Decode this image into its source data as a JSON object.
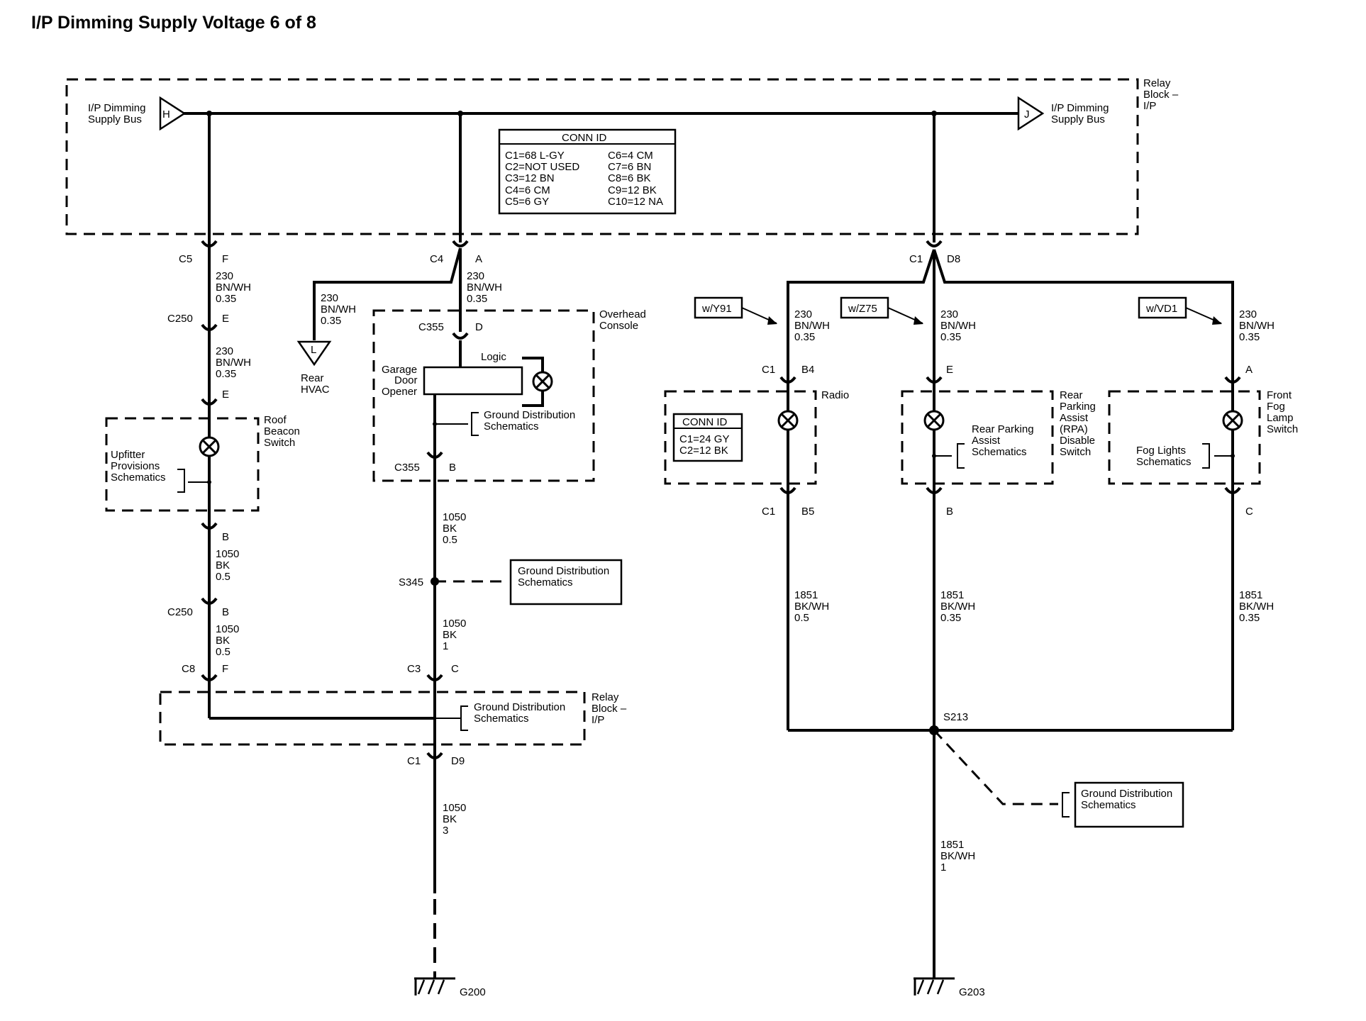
{
  "title": "I/P Dimming Supply Voltage 6 of 8",
  "relay_block_top": {
    "label": [
      "Relay",
      "Block –",
      "I/P"
    ],
    "bus_left": {
      "pin": "H",
      "label": [
        "I/P Dimming",
        "Supply Bus"
      ]
    },
    "bus_right": {
      "pin": "J",
      "label": [
        "I/P Dimming",
        "Supply Bus"
      ]
    },
    "conn_id": {
      "heading": "CONN ID",
      "left": [
        "C1=68 L-GY",
        "C2=NOT USED",
        "C3=12 BN",
        "C4=6 CM",
        "C5=6 GY"
      ],
      "right": [
        "C6=4 CM",
        "C7=6 BN",
        "C8=6 BK",
        "C9=12 BK",
        "C10=12 NA"
      ]
    }
  },
  "branch_left": {
    "top_conn": {
      "name": "C5",
      "pin": "F"
    },
    "wire1": [
      "230",
      "BN/WH",
      "0.35"
    ],
    "c250_top": {
      "name": "C250",
      "pin": "E"
    },
    "wire2": [
      "230",
      "BN/WH",
      "0.35"
    ],
    "switch_pin_top": "E",
    "switch_label": [
      "Roof",
      "Beacon",
      "Switch"
    ],
    "schematic_ref": [
      "Upfitter",
      "Provisions",
      "Schematics"
    ],
    "switch_pin_bottom": "B",
    "wire3": [
      "1050",
      "BK",
      "0.5"
    ],
    "c250_bot": {
      "name": "C250",
      "pin": "B"
    },
    "wire4": [
      "1050",
      "BK",
      "0.5"
    ],
    "c8": {
      "name": "C8",
      "pin": "F"
    }
  },
  "branch_middle": {
    "top_conn": {
      "name": "C4",
      "pin": "A"
    },
    "hvac_wire": [
      "230",
      "BN/WH",
      "0.35"
    ],
    "hvac_pin": "L",
    "hvac_label": [
      "Rear",
      "HVAC"
    ],
    "wire1": [
      "230",
      "BN/WH",
      "0.35"
    ],
    "console_label": [
      "Overhead",
      "Console"
    ],
    "c355_top": {
      "name": "C355",
      "pin": "D"
    },
    "logic_label": "Logic",
    "garage_label": [
      "Garage",
      "Door",
      "Opener"
    ],
    "ground_ref_inner": [
      "Ground Distribution",
      "Schematics"
    ],
    "c355_bot": {
      "name": "C355",
      "pin": "B"
    },
    "wire2": [
      "1050",
      "BK",
      "0.5"
    ],
    "splice": "S345",
    "ground_ref_splice": [
      "Ground Distribution",
      "Schematics"
    ],
    "wire3": [
      "1050",
      "BK",
      "1"
    ],
    "c3": {
      "name": "C3",
      "pin": "C"
    },
    "relay_block_label": [
      "Relay",
      "Block –",
      "I/P"
    ],
    "ground_ref_block": [
      "Ground Distribution",
      "Schematics"
    ],
    "c1": {
      "name": "C1",
      "pin": "D9"
    },
    "wire4": [
      "1050",
      "BK",
      "3"
    ],
    "ground": "G200"
  },
  "branch_right": {
    "top_conn": {
      "name": "C1",
      "pin": "D8"
    },
    "radio": {
      "option": "w/Y91",
      "wire": [
        "230",
        "BN/WH",
        "0.35"
      ],
      "conn_top": {
        "name": "C1",
        "pin": "B4"
      },
      "label": "Radio",
      "conn_id_heading": "CONN ID",
      "conn_id": [
        "C1=24 GY",
        "C2=12 BK"
      ],
      "conn_bot": {
        "name": "C1",
        "pin": "B5"
      },
      "wire_out": [
        "1851",
        "BK/WH",
        "0.5"
      ]
    },
    "rpa": {
      "option": "w/Z75",
      "wire": [
        "230",
        "BN/WH",
        "0.35"
      ],
      "pin_top": "E",
      "label": [
        "Rear",
        "Parking",
        "Assist",
        "(RPA)",
        "Disable",
        "Switch"
      ],
      "schematic_ref": [
        "Rear Parking",
        "Assist",
        "Schematics"
      ],
      "pin_bot": "B",
      "wire_out": [
        "1851",
        "BK/WH",
        "0.35"
      ]
    },
    "fog": {
      "option": "w/VD1",
      "wire": [
        "230",
        "BN/WH",
        "0.35"
      ],
      "pin_top": "A",
      "label": [
        "Front",
        "Fog",
        "Lamp",
        "Switch"
      ],
      "schematic_ref": [
        "Fog Lights",
        "Schematics"
      ],
      "pin_bot": "C",
      "wire_out": [
        "1851",
        "BK/WH",
        "0.35"
      ]
    },
    "splice": "S213",
    "ground_ref": [
      "Ground Distribution",
      "Schematics"
    ],
    "wire_ground": [
      "1851",
      "BK/WH",
      "1"
    ],
    "ground": "G203"
  }
}
